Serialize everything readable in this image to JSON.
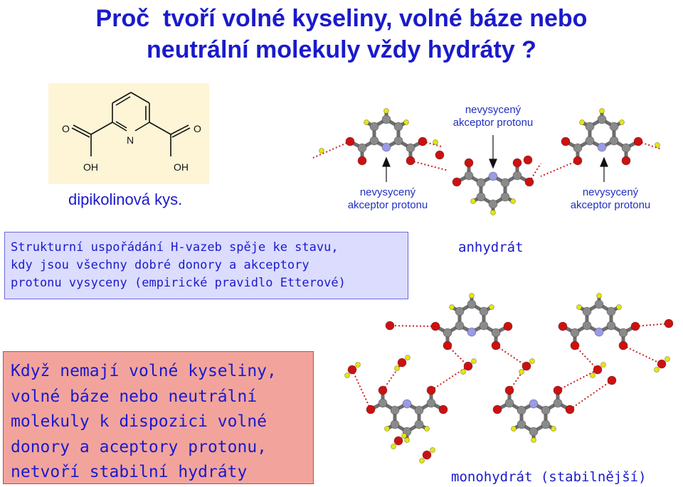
{
  "title": {
    "line1": "Proč  tvoří volné kyseliny, volné báze nebo",
    "line2": "neutrální molekuly vždy hydráty ?"
  },
  "structure": {
    "atom_labels": [
      "O",
      "N",
      "O",
      "OH",
      "OH"
    ],
    "caption": "dipikolinová kys."
  },
  "annotations": {
    "top_label": [
      "nevysycený",
      "akceptor protonu"
    ],
    "mid_label": [
      "nevysycený",
      "akceptor protonu"
    ],
    "right_label": [
      "nevysycený",
      "akceptor protonu"
    ]
  },
  "rule_box": {
    "lines": [
      "Strukturní uspořádání H-vazeb spěje ke stavu,",
      "kdy jsou všechny dobré donory a akceptory",
      "protonu vysyceny (empirické pravidlo Etterové)"
    ]
  },
  "anhydrate_label": "anhydrát",
  "conclusion_box": {
    "lines": [
      "Když nemají volné kyseliny,",
      "volné báze nebo neutrální",
      "molekuly k dispozici volné",
      "donory a aceptory protonu,",
      "netvoří stabilní hydráty"
    ]
  },
  "monohydrate_label": "monohydrát (stabilnější)",
  "colors": {
    "title": "#1a1acc",
    "carbon": "#8a8a8a",
    "oxygen": "#cc1111",
    "nitrogen": "#9a9ae6",
    "hydrogen": "#e6e60a",
    "hbond": "#cc2222",
    "rule_box_bg": "#dcdcff",
    "conclusion_box_bg": "#f2a49c",
    "structure_box_bg": "#fdf5d6"
  }
}
